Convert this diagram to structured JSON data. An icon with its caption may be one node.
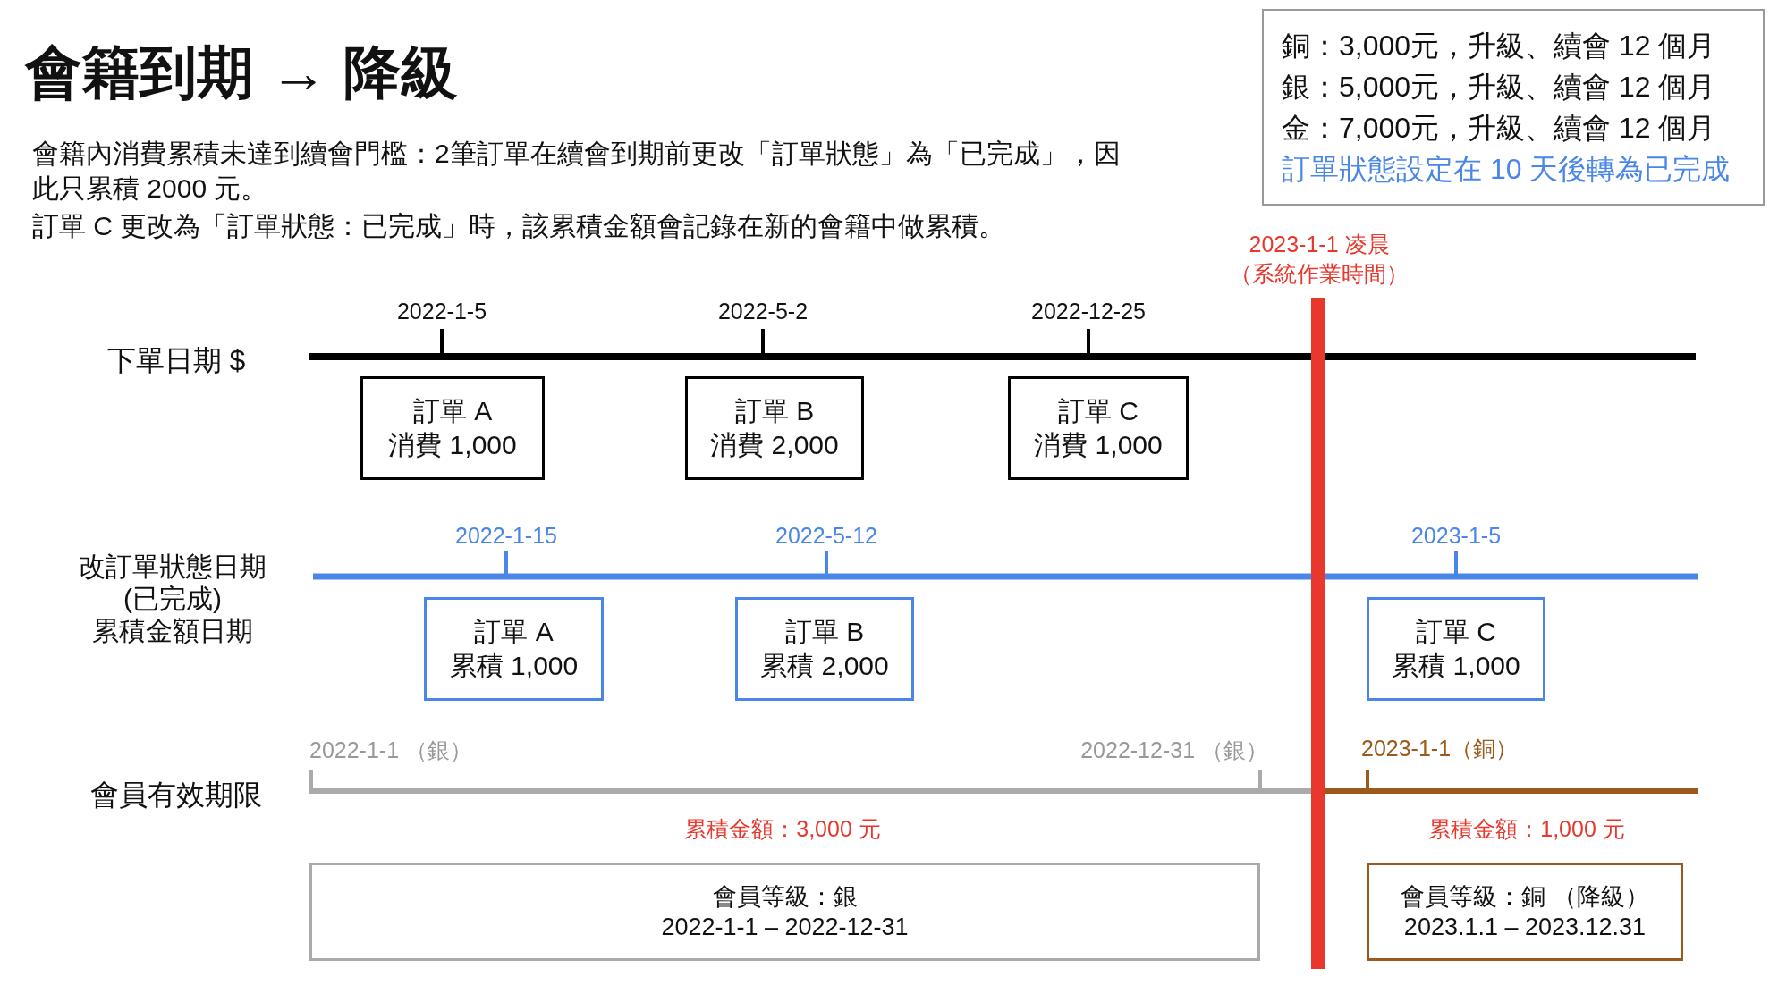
{
  "diagram": {
    "title": "會籍到期 → 降級",
    "nodes": [
      {
        "text": [
          "銅：3,000元，升級、續會 12 個月",
          "銀：5,000元，升級、續會 12 個月",
          "金：7,000元，升級、續會 12 個月",
          "訂單狀態設定在 10 天後轉為已完成"
        ]
      },
      {
        "text": [
          "訂單 A",
          "消費 1,000"
        ]
      },
      {
        "text": [
          "訂單 B",
          "消費 2,000"
        ]
      },
      {
        "text": [
          "訂單 C",
          "消費 1,000"
        ]
      },
      {
        "text": [
          "訂單 A",
          "累積 1,000"
        ]
      },
      {
        "text": [
          "訂單 B",
          "累積 2,000"
        ]
      },
      {
        "text": [
          "訂單 C",
          "累積 1,000"
        ]
      },
      {
        "text": [
          "會員等級：銀",
          "2022-1-1 – 2022-12-31"
        ]
      },
      {
        "text": [
          "會員等級：銅 （降級）",
          "2023.1.1 – 2023.12.31"
        ]
      },
      {
        "text": [],
        "shape": "bar",
        "beside": [
          "2023-1-1 凌晨",
          "（系統作業時間）"
        ]
      }
    ],
    "edges": [],
    "labels": [
      "會籍內消費累積未達到續會門檻：2筆訂單在續會到期前更改「訂單狀態」為「已完成」，因此只累積 2000 元。",
      "訂單 C 更改為「訂單狀態：已完成」時，該累積金額會記錄在新的會籍中做累積。",
      "下單日期 $",
      "2022-1-5",
      "2022-5-2",
      "2022-12-25",
      "改訂單狀態日期",
      "(已完成)",
      "累積金額日期",
      "2022-1-15",
      "2022-5-12",
      "2023-1-5",
      "2022-1-1 （銀）",
      "2022-12-31 （銀）",
      "2023-1-1（銅）",
      "會員有效期限",
      "累積金額：3,000 元",
      "累積金額：1,000 元"
    ]
  }
}
